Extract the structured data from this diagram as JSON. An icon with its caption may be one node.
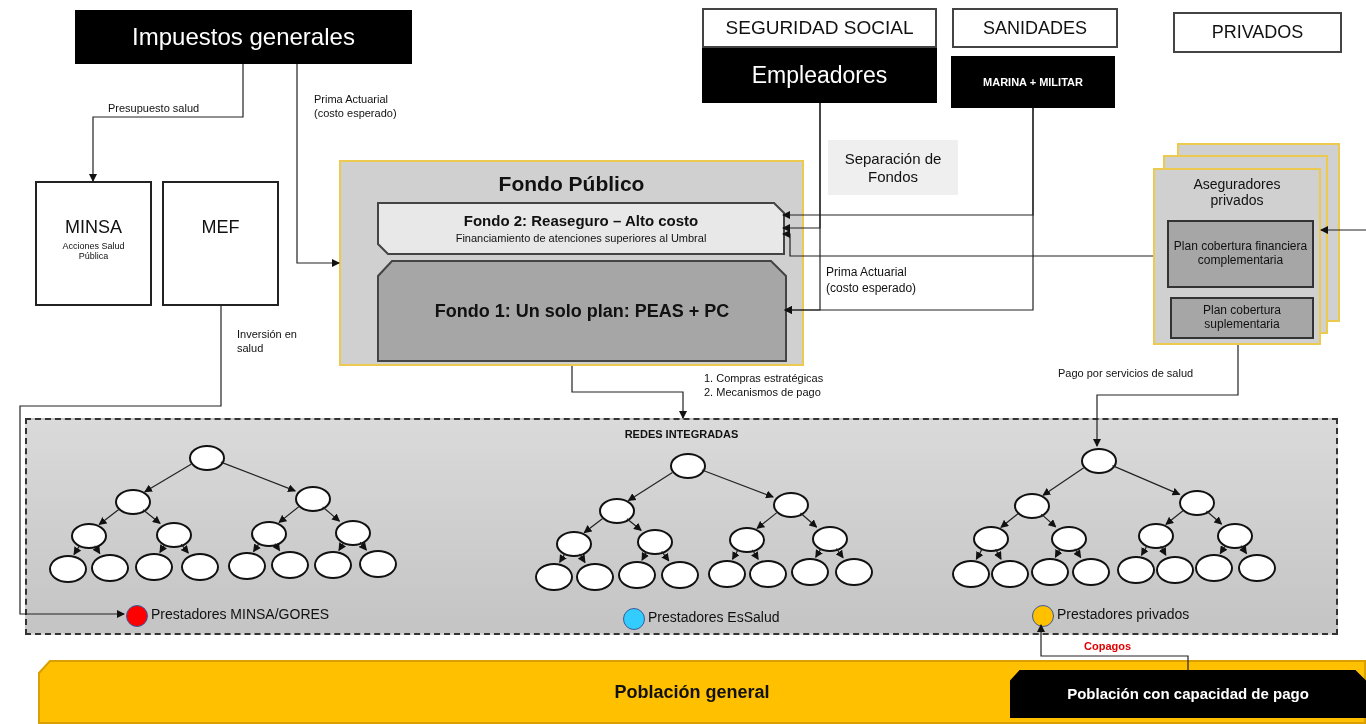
{
  "diagram": {
    "nodes": [
      {
        "text": [
          "Impuestos generales"
        ]
      },
      {
        "text": [
          "SEGURIDAD SOCIAL"
        ]
      },
      {
        "text": [
          "Empleadores"
        ]
      },
      {
        "text": [
          "SANIDADES"
        ]
      },
      {
        "text": [
          "MARINA + MILITAR"
        ]
      },
      {
        "text": [
          "PRIVADOS"
        ]
      },
      {
        "text": [
          "MINSA",
          "Acciones Salud Pública"
        ]
      },
      {
        "text": [
          "MEF"
        ]
      },
      {
        "text": [
          "Fondo Público"
        ]
      },
      {
        "text": [
          "Fondo 2: Reaseguro – Alto costo",
          "Financiamiento de atenciones superiores al Umbral"
        ],
        "in": 8
      },
      {
        "text": [
          "Fondo 1: Un solo plan: PEAS + PC"
        ],
        "in": 8
      },
      {
        "text": [
          "Separación de Fondos"
        ]
      },
      {
        "text": [
          "Aseguradores privados"
        ]
      },
      {
        "text": [
          "Plan cobertura financiera complementaria"
        ],
        "in": 12
      },
      {
        "text": [
          "Plan cobertura suplementaria"
        ],
        "in": 12
      },
      {
        "text": [
          "REDES INTEGRADAS"
        ]
      },
      {
        "text": [],
        "shape": "ellipse",
        "in": 15
      },
      {
        "text": [],
        "shape": "ellipse",
        "in": 15
      },
      {
        "text": [],
        "shape": "ellipse",
        "in": 15
      },
      {
        "text": [],
        "shape": "ellipse",
        "in": 15
      },
      {
        "text": [],
        "shape": "ellipse",
        "in": 15
      },
      {
        "text": [],
        "shape": "ellipse",
        "in": 15
      },
      {
        "text": [],
        "shape": "ellipse",
        "in": 15
      },
      {
        "text": [],
        "shape": "ellipse",
        "in": 15
      },
      {
        "text": [],
        "shape": "ellipse",
        "in": 15
      },
      {
        "text": [],
        "shape": "ellipse",
        "in": 15
      },
      {
        "text": [],
        "shape": "ellipse",
        "in": 15
      },
      {
        "text": [],
        "shape": "ellipse",
        "in": 15
      },
      {
        "text": [],
        "shape": "ellipse",
        "in": 15
      },
      {
        "text": [],
        "shape": "ellipse",
        "in": 15
      },
      {
        "text": [],
        "shape": "ellipse",
        "in": 15
      },
      {
        "text": [],
        "shape": "ellipse",
        "in": 15
      },
      {
        "text": [],
        "shape": "ellipse",
        "in": 15
      },
      {
        "text": [],
        "shape": "ellipse",
        "in": 15
      },
      {
        "text": [],
        "shape": "ellipse",
        "in": 15
      },
      {
        "text": [],
        "shape": "ellipse",
        "in": 15
      },
      {
        "text": [],
        "shape": "ellipse",
        "in": 15
      },
      {
        "text": [],
        "shape": "ellipse",
        "in": 15
      },
      {
        "text": [],
        "shape": "ellipse",
        "in": 15
      },
      {
        "text": [],
        "shape": "ellipse",
        "in": 15
      },
      {
        "text": [],
        "shape": "ellipse",
        "in": 15
      },
      {
        "text": [],
        "shape": "ellipse",
        "in": 15
      },
      {
        "text": [],
        "shape": "ellipse",
        "in": 15
      },
      {
        "text": [],
        "shape": "ellipse",
        "in": 15
      },
      {
        "text": [],
        "shape": "ellipse",
        "in": 15
      },
      {
        "text": [],
        "shape": "ellipse",
        "in": 15
      },
      {
        "text": [],
        "shape": "ellipse",
        "in": 15
      },
      {
        "text": [],
        "shape": "ellipse",
        "in": 15
      },
      {
        "text": [],
        "shape": "ellipse",
        "in": 15
      },
      {
        "text": [],
        "shape": "ellipse",
        "in": 15
      },
      {
        "text": [],
        "shape": "ellipse",
        "in": 15
      },
      {
        "text": [],
        "shape": "ellipse",
        "in": 15
      },
      {
        "text": [],
        "shape": "ellipse",
        "in": 15
      },
      {
        "text": [],
        "shape": "ellipse",
        "in": 15
      },
      {
        "text": [],
        "shape": "ellipse",
        "in": 15
      },
      {
        "text": [],
        "shape": "ellipse",
        "in": 15
      },
      {
        "text": [],
        "shape": "ellipse",
        "in": 15
      },
      {
        "text": [],
        "shape": "ellipse",
        "in": 15
      },
      {
        "text": [],
        "shape": "ellipse",
        "in": 15
      },
      {
        "text": [],
        "shape": "ellipse",
        "in": 15
      },
      {
        "text": [],
        "shape": "ellipse",
        "in": 15
      },
      {
        "text": [],
        "shape": "circle",
        "in": 15
      },
      {
        "text": [],
        "shape": "circle",
        "in": 15
      },
      {
        "text": [],
        "shape": "circle",
        "in": 15
      },
      {
        "text": [
          "Población general"
        ]
      },
      {
        "text": [
          "Población con capacidad de pago"
        ],
        "in": 64
      }
    ],
    "edges": [
      {
        "from": 0,
        "to": 6,
        "arrow": "to",
        "label": "Presupuesto salud"
      },
      {
        "from": 0,
        "to": 8,
        "arrow": "to",
        "label": "Prima Actuarial (costo esperado)"
      },
      {
        "from": 2,
        "to": 9,
        "arrow": "to"
      },
      {
        "from": 2,
        "to": 10,
        "arrow": "to"
      },
      {
        "from": 4,
        "to": 9,
        "arrow": "to"
      },
      {
        "from": 4,
        "to": 10,
        "arrow": "to"
      },
      {
        "from": 12,
        "to": 9,
        "arrow": "to"
      },
      {
        "from": null,
        "to": 12,
        "arrow": "to"
      },
      {
        "from": 8,
        "to": 15,
        "arrow": "to",
        "label": "1. Compras estratégicas 2. Mecanismos de pago"
      },
      {
        "from": 7,
        "to": 61,
        "arrow": "to",
        "label": "Inversión en salud"
      },
      {
        "from": 12,
        "to": 46,
        "arrow": "to",
        "label": "Pago por servicios de salud"
      },
      {
        "from": 65,
        "to": 63,
        "arrow": "to",
        "label": "Copagos"
      },
      {
        "from": 16,
        "to": 17,
        "arrow": "to"
      },
      {
        "from": 16,
        "to": 18,
        "arrow": "to"
      },
      {
        "from": 17,
        "to": 19,
        "arrow": "to"
      },
      {
        "from": 17,
        "to": 20,
        "arrow": "to"
      },
      {
        "from": 18,
        "to": 21,
        "arrow": "to"
      },
      {
        "from": 18,
        "to": 22,
        "arrow": "to"
      },
      {
        "from": 19,
        "to": 23,
        "arrow": "to"
      },
      {
        "from": 19,
        "to": 24,
        "arrow": "to"
      },
      {
        "from": 20,
        "to": 25,
        "arrow": "to"
      },
      {
        "from": 20,
        "to": 26,
        "arrow": "to"
      },
      {
        "from": 21,
        "to": 27,
        "arrow": "to"
      },
      {
        "from": 21,
        "to": 28,
        "arrow": "to"
      },
      {
        "from": 22,
        "to": 29,
        "arrow": "to"
      },
      {
        "from": 22,
        "to": 30,
        "arrow": "to"
      },
      {
        "from": 31,
        "to": 32,
        "arrow": "to"
      },
      {
        "from": 31,
        "to": 33,
        "arrow": "to"
      },
      {
        "from": 32,
        "to": 34,
        "arrow": "to"
      },
      {
        "from": 32,
        "to": 35,
        "arrow": "to"
      },
      {
        "from": 33,
        "to": 36,
        "arrow": "to"
      },
      {
        "from": 33,
        "to": 37,
        "arrow": "to"
      },
      {
        "from": 34,
        "to": 38,
        "arrow": "to"
      },
      {
        "from": 34,
        "to": 39,
        "arrow": "to"
      },
      {
        "from": 35,
        "to": 40,
        "arrow": "to"
      },
      {
        "from": 35,
        "to": 41,
        "arrow": "to"
      },
      {
        "from": 36,
        "to": 42,
        "arrow": "to"
      },
      {
        "from": 36,
        "to": 43,
        "arrow": "to"
      },
      {
        "from": 37,
        "to": 44,
        "arrow": "to"
      },
      {
        "from": 37,
        "to": 45,
        "arrow": "to"
      },
      {
        "from": 46,
        "to": 47,
        "arrow": "to"
      },
      {
        "from": 46,
        "to": 48,
        "arrow": "to"
      },
      {
        "from": 47,
        "to": 49,
        "arrow": "to"
      },
      {
        "from": 47,
        "to": 50,
        "arrow": "to"
      },
      {
        "from": 48,
        "to": 51,
        "arrow": "to"
      },
      {
        "from": 48,
        "to": 52,
        "arrow": "to"
      },
      {
        "from": 49,
        "to": 53,
        "arrow": "to"
      },
      {
        "from": 49,
        "to": 54,
        "arrow": "to"
      },
      {
        "from": 50,
        "to": 55,
        "arrow": "to"
      },
      {
        "from": 50,
        "to": 56,
        "arrow": "to"
      },
      {
        "from": 51,
        "to": 57,
        "arrow": "to"
      },
      {
        "from": 51,
        "to": 58,
        "arrow": "to"
      },
      {
        "from": 52,
        "to": 59,
        "arrow": "to"
      },
      {
        "from": 52,
        "to": 60,
        "arrow": "to"
      }
    ],
    "labels": [
      "Prima Actuarial (costo esperado)"
    ],
    "legend": [
      {
        "text": "Prestadores MINSA/GORES",
        "color": "#ff0000"
      },
      {
        "text": "Prestadores EsSalud",
        "color": "#33ccff"
      },
      {
        "text": "Prestadores privados",
        "color": "#ffc000"
      }
    ]
  }
}
